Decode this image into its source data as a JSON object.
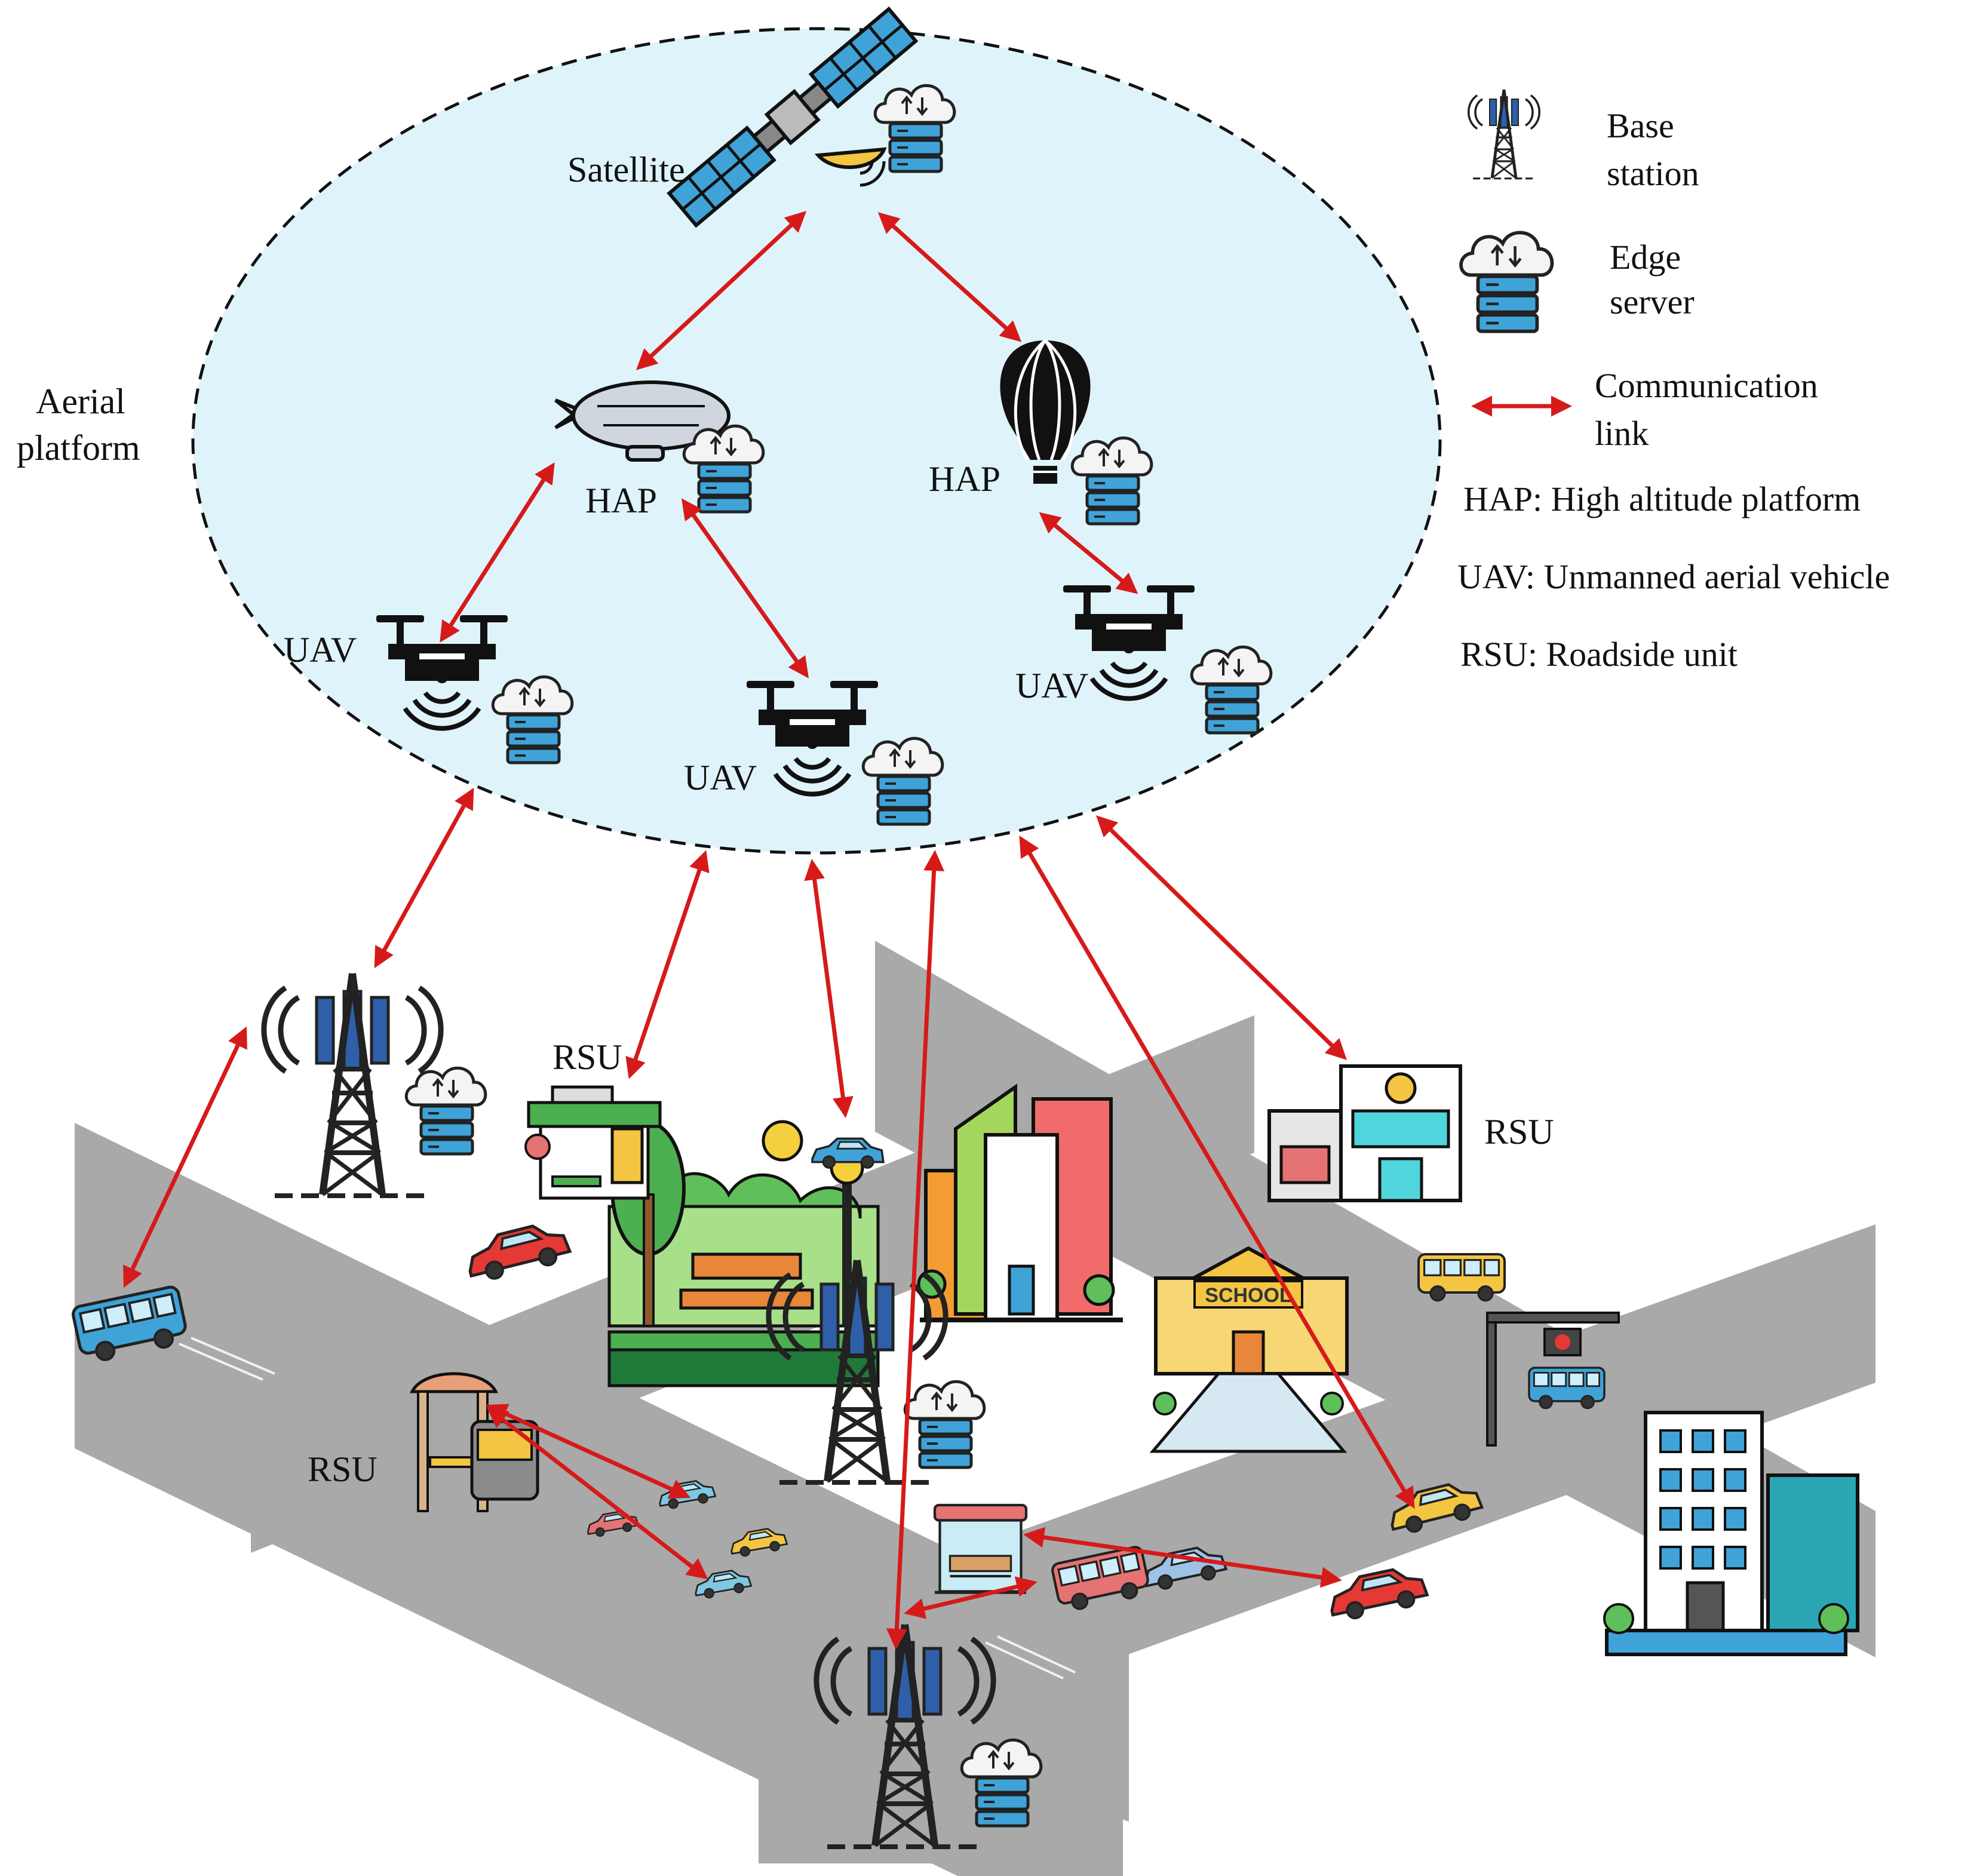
{
  "labels": {
    "aerial_platform_line1": "Aerial",
    "aerial_platform_line2": "platform",
    "satellite": "Satellite",
    "hap_left": "HAP",
    "hap_right": "HAP",
    "uav_left": "UAV",
    "uav_center": "UAV",
    "uav_right": "UAV",
    "rsu_top": "RSU",
    "rsu_right": "RSU",
    "rsu_left": "RSU"
  },
  "legend": {
    "base_station_line1": "Base",
    "base_station_line2": "station",
    "edge_server_line1": "Edge",
    "edge_server_line2": "server",
    "comm_link_line1": "Communication",
    "comm_link_line2": "link",
    "hap_def": "HAP: High altitude platform",
    "uav_def": "UAV: Unmanned aerial vehicle",
    "rsu_def": "RSU: Roadside unit"
  },
  "building_texts": {
    "school": "SCHOOL"
  },
  "colors": {
    "link": "#d61a1a",
    "ellipse_fill": "#dff3fa",
    "road": "#a9a9a9",
    "tower": "#2b2b2b",
    "tower_blue": "#2f5fa8",
    "server_blue": "#3fa3d8",
    "cloud": "#f2f2f2"
  },
  "icons": [
    "satellite-icon",
    "airship-icon",
    "balloon-icon",
    "drone-icon",
    "tower-icon",
    "edge-server-icon",
    "bus-stop-icon",
    "school-icon",
    "office-icon",
    "car-icon",
    "bus-icon",
    "tree-icon",
    "traffic-light-icon"
  ]
}
